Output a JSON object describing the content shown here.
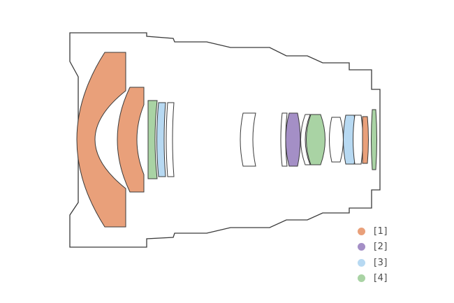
{
  "colors": {
    "outline": "#3a3a3a",
    "element_fill": "#ffffff",
    "orange": "#e9a07a",
    "purple": "#a48fc6",
    "blue": "#b7d9f2",
    "green": "#a9d3a4"
  },
  "legend": {
    "items": [
      {
        "label": "[1]",
        "color": "#e9a07a"
      },
      {
        "label": "[2]",
        "color": "#a48fc6"
      },
      {
        "label": "[3]",
        "color": "#b7d9f2"
      },
      {
        "label": "[4]",
        "color": "#a9d3a4"
      }
    ]
  },
  "elements": [
    {
      "name": "lens-element-1-orange",
      "color": "#e9a07a"
    },
    {
      "name": "lens-element-2-orange",
      "color": "#e9a07a"
    },
    {
      "name": "lens-element-3-green",
      "color": "#a9d3a4"
    },
    {
      "name": "lens-element-4-blue",
      "color": "#b7d9f2"
    },
    {
      "name": "lens-element-5-clear",
      "color": "#ffffff"
    },
    {
      "name": "lens-element-6-clear",
      "color": "#ffffff"
    },
    {
      "name": "lens-element-7-clear",
      "color": "#ffffff"
    },
    {
      "name": "lens-element-8-purple",
      "color": "#a48fc6"
    },
    {
      "name": "lens-element-9-clear",
      "color": "#ffffff"
    },
    {
      "name": "lens-element-10-green",
      "color": "#a9d3a4"
    },
    {
      "name": "lens-element-11-clear",
      "color": "#ffffff"
    },
    {
      "name": "lens-element-12-blue",
      "color": "#b7d9f2"
    },
    {
      "name": "lens-element-13-clear",
      "color": "#ffffff"
    },
    {
      "name": "lens-element-14-orange",
      "color": "#e9a07a"
    },
    {
      "name": "lens-element-15-green",
      "color": "#a9d3a4"
    }
  ]
}
